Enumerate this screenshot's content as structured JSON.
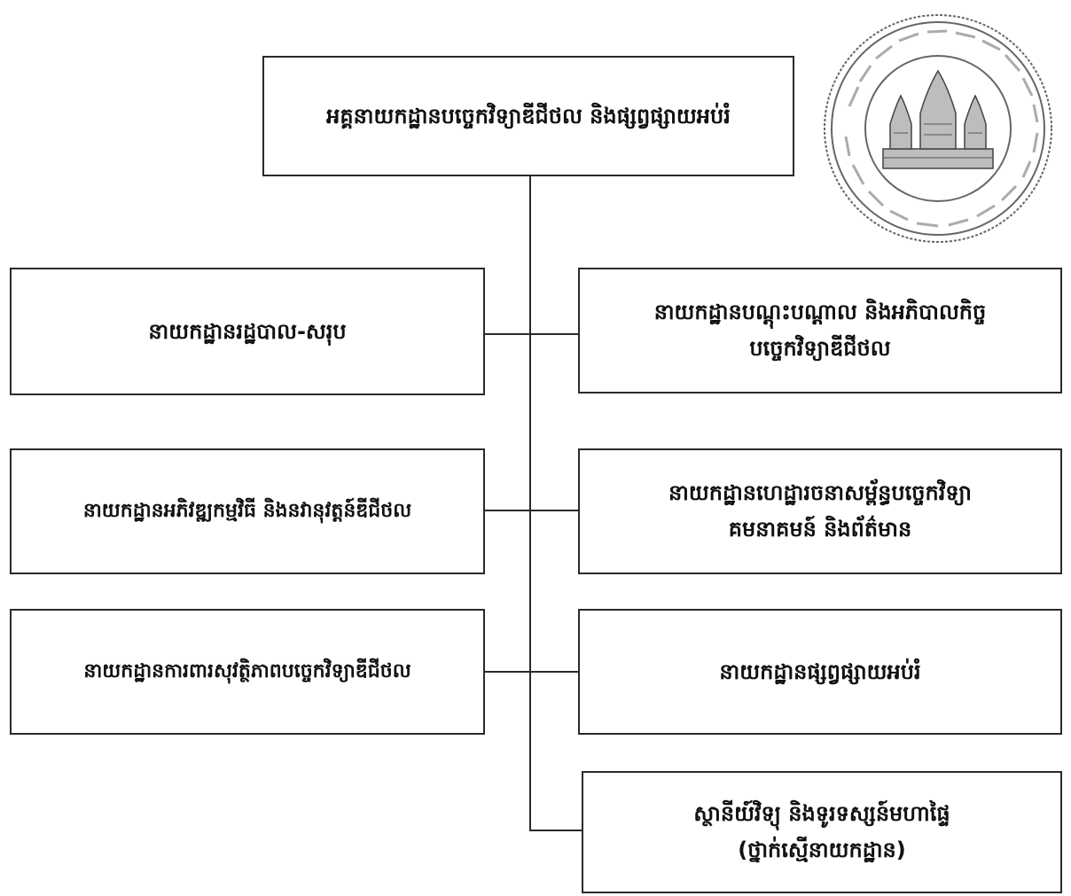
{
  "diagram": {
    "top": {
      "line1": "អគ្គនាយកដ្ឋានបច្ចេកវិទ្យាឌីជីថល និងផ្សព្វផ្សាយអប់រំ"
    },
    "left": [
      {
        "line1": "នាយកដ្ឋានរដ្ឋបាល-សរុប"
      },
      {
        "line1": "នាយកដ្ឋានអភិវឌ្ឍកម្មវិធី និងនវានុវត្តន៍ឌីជីថល"
      },
      {
        "line1": "នាយកដ្ឋានការពារសុវត្ថិភាពបច្ចេកវិទ្យាឌីជីថល"
      }
    ],
    "right": [
      {
        "line1": "នាយកដ្ឋានបណ្តុះបណ្តាល និងអភិបាលកិច្ច",
        "line2": "បច្ចេកវិទ្យាឌីជីថល"
      },
      {
        "line1": "នាយកដ្ឋានហេដ្ឋារចនាសម្ព័ន្ធបច្ចេកវិទ្យា",
        "line2": "គមនាគមន៍ និងព័ត៌មាន"
      },
      {
        "line1": "នាយកដ្ឋានផ្សព្វផ្សាយអប់រំ"
      },
      {
        "line1": "ស្ថានីយ៍វិទ្យុ និងទូរទស្សន៍មហាផ្ទៃ",
        "line2": "(ថ្នាក់ស្មើនាយកដ្ឋាន)"
      }
    ]
  },
  "seal": {
    "description_icon": "angkor-temple-seal-icon",
    "colors": {
      "ink": "#555555"
    }
  }
}
